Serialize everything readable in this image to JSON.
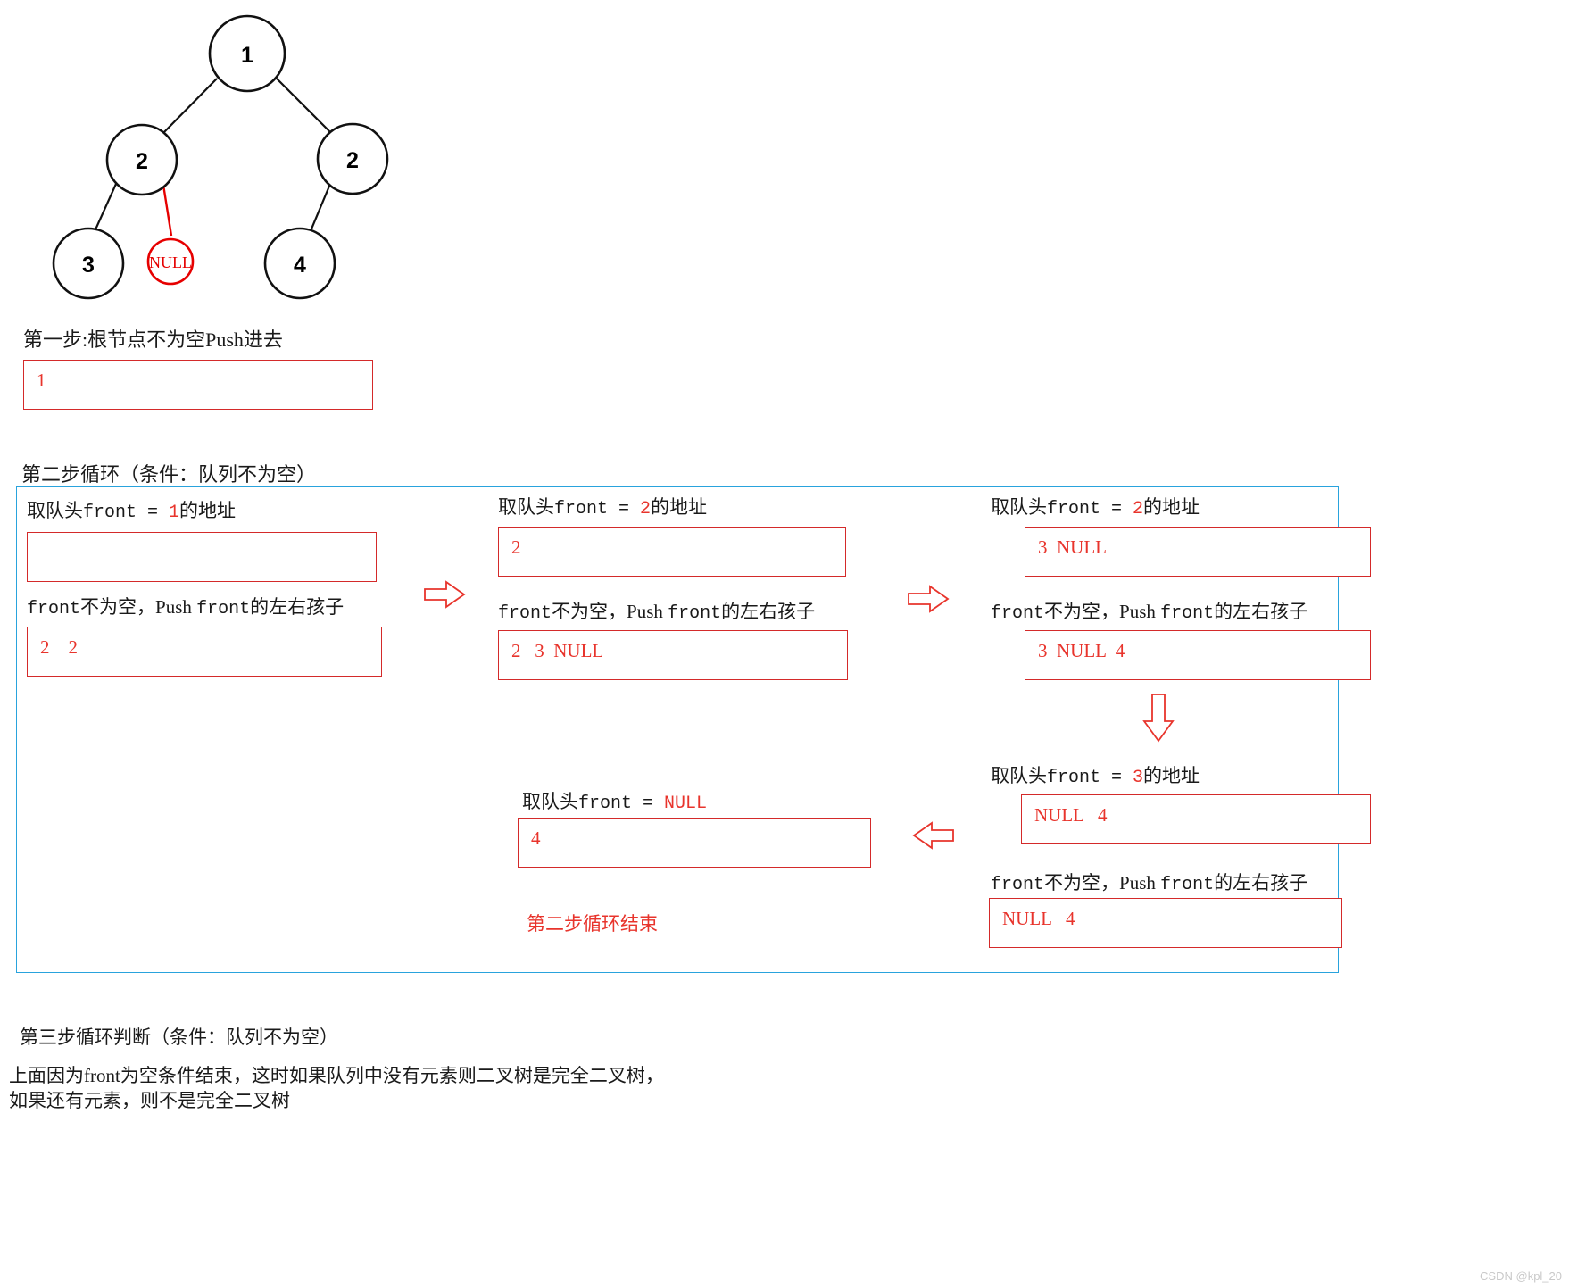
{
  "tree": {
    "title": "binary-tree-completeness-check",
    "nodes": [
      {
        "id": "root",
        "label": "1"
      },
      {
        "id": "left",
        "label": "2"
      },
      {
        "id": "right",
        "label": "2"
      },
      {
        "id": "left-left",
        "label": "3"
      },
      {
        "id": "left-right-null",
        "label": "NULL"
      },
      {
        "id": "right-left",
        "label": "4"
      }
    ],
    "null_color": "#e60000"
  },
  "step1": {
    "heading": "第一步:根节点不为空Push进去",
    "queue": "1"
  },
  "step2": {
    "heading": "第二步循环（条件：队列不为空）",
    "panel_border_color": "#29a3dd",
    "col1": {
      "front_prefix": "取队头",
      "front_var": "front = ",
      "front_value": "1",
      "front_suffix": "的地址",
      "queue_before": "",
      "push_label_pre": "front",
      "push_label_mid": "不为空，Push ",
      "push_label_var": "front",
      "push_label_post": "的左右孩子",
      "queue_after": "2    2"
    },
    "col2": {
      "front_prefix": "取队头",
      "front_var": "front = ",
      "front_value": "2",
      "front_suffix": "的地址",
      "queue_before": "2",
      "push_label_pre": "front",
      "push_label_mid": "不为空，Push ",
      "push_label_var": "front",
      "push_label_post": "的左右孩子",
      "queue_after": "2   3  NULL"
    },
    "col3": {
      "front_prefix": "取队头",
      "front_var": "front = ",
      "front_value": "2",
      "front_suffix": "的地址",
      "queue_before": "3  NULL",
      "push_label_pre": "front",
      "push_label_mid": "不为空，Push ",
      "push_label_var": "front",
      "push_label_post": "的左右孩子",
      "queue_after": "3  NULL  4"
    },
    "col4": {
      "front_prefix": "取队头",
      "front_var": "front = ",
      "front_value": "3",
      "front_suffix": "的地址",
      "queue_before": "NULL   4",
      "push_label_pre": "front",
      "push_label_mid": "不为空，Push ",
      "push_label_var": "front",
      "push_label_post": "的左右孩子",
      "queue_after": "NULL   4"
    },
    "col5": {
      "front_prefix": "取队头",
      "front_var": "front = ",
      "front_value": "NULL",
      "front_suffix": "",
      "queue_before": "4",
      "end_note": "第二步循环结束"
    }
  },
  "step3": {
    "heading": "第三步循环判断（条件：队列不为空）",
    "para_line1": "上面因为front为空条件结束，这时如果队列中没有元素则二叉树是完全二叉树，",
    "para_line2": "如果还有元素，则不是完全二叉树"
  },
  "watermark": "CSDN @kpl_20",
  "colors": {
    "red_box": "#d42a2a",
    "red_text": "#e8342c",
    "blue_panel": "#29a3dd",
    "node_stroke": "#000000"
  }
}
